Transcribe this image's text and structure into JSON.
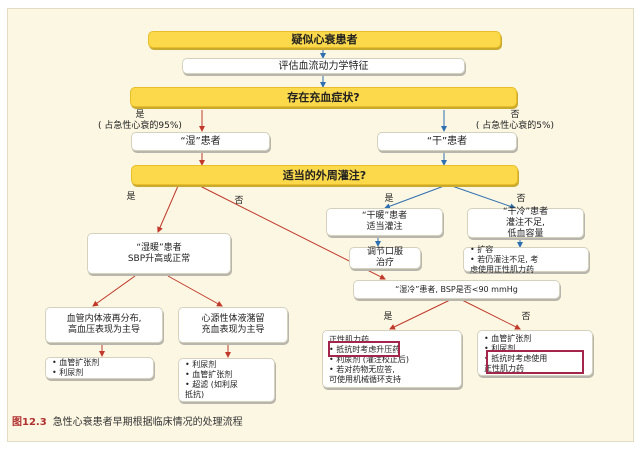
{
  "nodes": {
    "suspected": "疑似心衰患者",
    "assess": "评估血流动力学特征",
    "congestion_q": "存在充血症状?",
    "wet_patient": "“湿”患者",
    "dry_patient": "“干”患者",
    "perfusion_q": "适当的外周灌注?",
    "dry_warm": "“干暖”患者\n适当灌注",
    "dry_cold": "“干冷”患者\n灌注不足,\n低血容量",
    "adjust_oral": "调节口服\n治疗",
    "wet_warm": "“湿暖”患者\nSBP升高或正常",
    "wet_cold": "“湿冷”患者, BSP是否<90 mmHg",
    "vascular_type": "血管内体液再分布,\n高血压表现为主导",
    "cardiac_type": "心源性体液潴留\n充血表现为主导"
  },
  "labels": {
    "yes_left": "是\n( 占急性心衰的95%)",
    "no_right": "否\n( 占急性心衰的5%)",
    "yes_perf": "是",
    "no_perf": "否",
    "yes_dry": "是",
    "no_dry": "否",
    "yes_sbp": "是",
    "no_sbp": "否"
  },
  "lists": {
    "dry_cold_tx": "• 扩容\n• 若仍灌注不足, 考\n  虑使用正性肌力药",
    "vascular_tx": "• 血管扩张剂\n• 利尿剂",
    "cardiac_tx": "• 利尿剂\n• 血管扩张剂\n• 超滤 (如利尿\n  抵抗)",
    "sbp_low_tx": "正性肌力药\n• 抵抗时考虑升压药\n• 利尿剂 (灌注校正后)\n• 若对药物无应答,\n  可使用机械循环支持",
    "sbp_ok_tx": "• 血管扩张剂\n• 利尿剂\n• 抵抗时考虑使用\n  正性肌力药"
  },
  "caption": {
    "figure_no": "图12.3",
    "title": "急性心衰患者早期根据临床情况的处理流程"
  },
  "colors": {
    "yellow": "#fbd94a",
    "red_arrow": "#c0392b",
    "blue_arrow": "#2e6fb0",
    "highlight": "#a3254b"
  }
}
